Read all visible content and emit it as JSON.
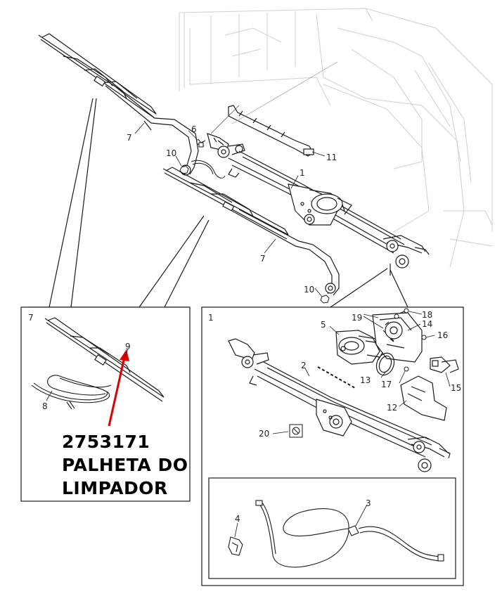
{
  "callouts": {
    "n1_main": "1",
    "n2": "2",
    "n3": "3",
    "n4": "4",
    "n5": "5",
    "n6": "6",
    "n7_upper": "7",
    "n7_lower": "7",
    "n8": "8",
    "n9": "9",
    "n10_upper": "10",
    "n10_lower": "10",
    "n11": "11",
    "n12": "12",
    "n13": "13",
    "n14": "14",
    "n15": "15",
    "n16": "16",
    "n17": "17",
    "n18": "18",
    "n19": "19",
    "n20": "20",
    "panel_left_label": "7",
    "panel_right_label": "1"
  },
  "part_callout": {
    "part_number": "2753171",
    "name_line1": "PALHETA DO",
    "name_line2": "LIMPADOR"
  },
  "colors": {
    "line": "#1a1a1a",
    "background_lines": "#c8c8c8",
    "highlight_arrow": "#e00000"
  }
}
